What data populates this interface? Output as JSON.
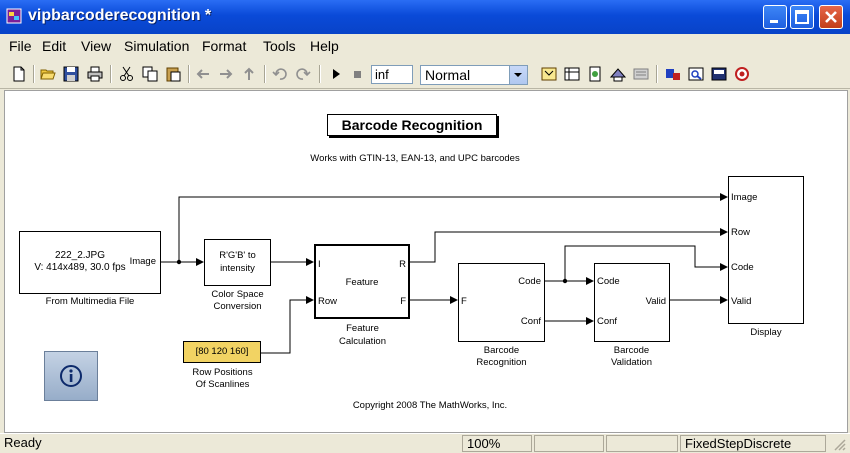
{
  "window": {
    "title": "vipbarcoderecognition *"
  },
  "menu": [
    "File",
    "Edit",
    "View",
    "Simulation",
    "Format",
    "Tools",
    "Help"
  ],
  "toolbar": {
    "stop_time": "inf",
    "sim_mode": "Normal"
  },
  "model": {
    "title": "Barcode Recognition",
    "subtitle": "Works with GTIN-13, EAN-13, and UPC barcodes",
    "copyright": "Copyright 2008 The MathWorks, Inc.",
    "blocks": {
      "source": {
        "line1": "222_2.JPG",
        "line2": "V: 414x489, 30.0 fps",
        "port": "Image",
        "caption": "From Multimedia File"
      },
      "colorspace": {
        "line1": "R'G'B' to",
        "line2": "intensity",
        "caption1": "Color Space",
        "caption2": "Conversion"
      },
      "feature": {
        "label": "Feature",
        "port_i": "I",
        "port_row": "Row",
        "port_r": "R",
        "port_f": "F",
        "caption1": "Feature",
        "caption2": "Calculation"
      },
      "constant": {
        "value": "[80 120 160]",
        "caption1": "Row Positions",
        "caption2": "Of Scanlines"
      },
      "recognition": {
        "port_f": "F",
        "port_code": "Code",
        "port_conf": "Conf",
        "caption1": "Barcode",
        "caption2": "Recognition"
      },
      "validation": {
        "port_code": "Code",
        "port_conf": "Conf",
        "port_valid": "Valid",
        "caption1": "Barcode",
        "caption2": "Validation"
      },
      "display": {
        "port_image": "Image",
        "port_row": "Row",
        "port_code": "Code",
        "port_valid": "Valid",
        "caption": "Display"
      }
    }
  },
  "status": {
    "state": "Ready",
    "zoom": "100%",
    "solver": "FixedStepDiscrete"
  },
  "colors": {
    "titlebar": "#0a4ad8",
    "constant_fill": "#f2d363",
    "info_button": "#a9bdd6"
  }
}
